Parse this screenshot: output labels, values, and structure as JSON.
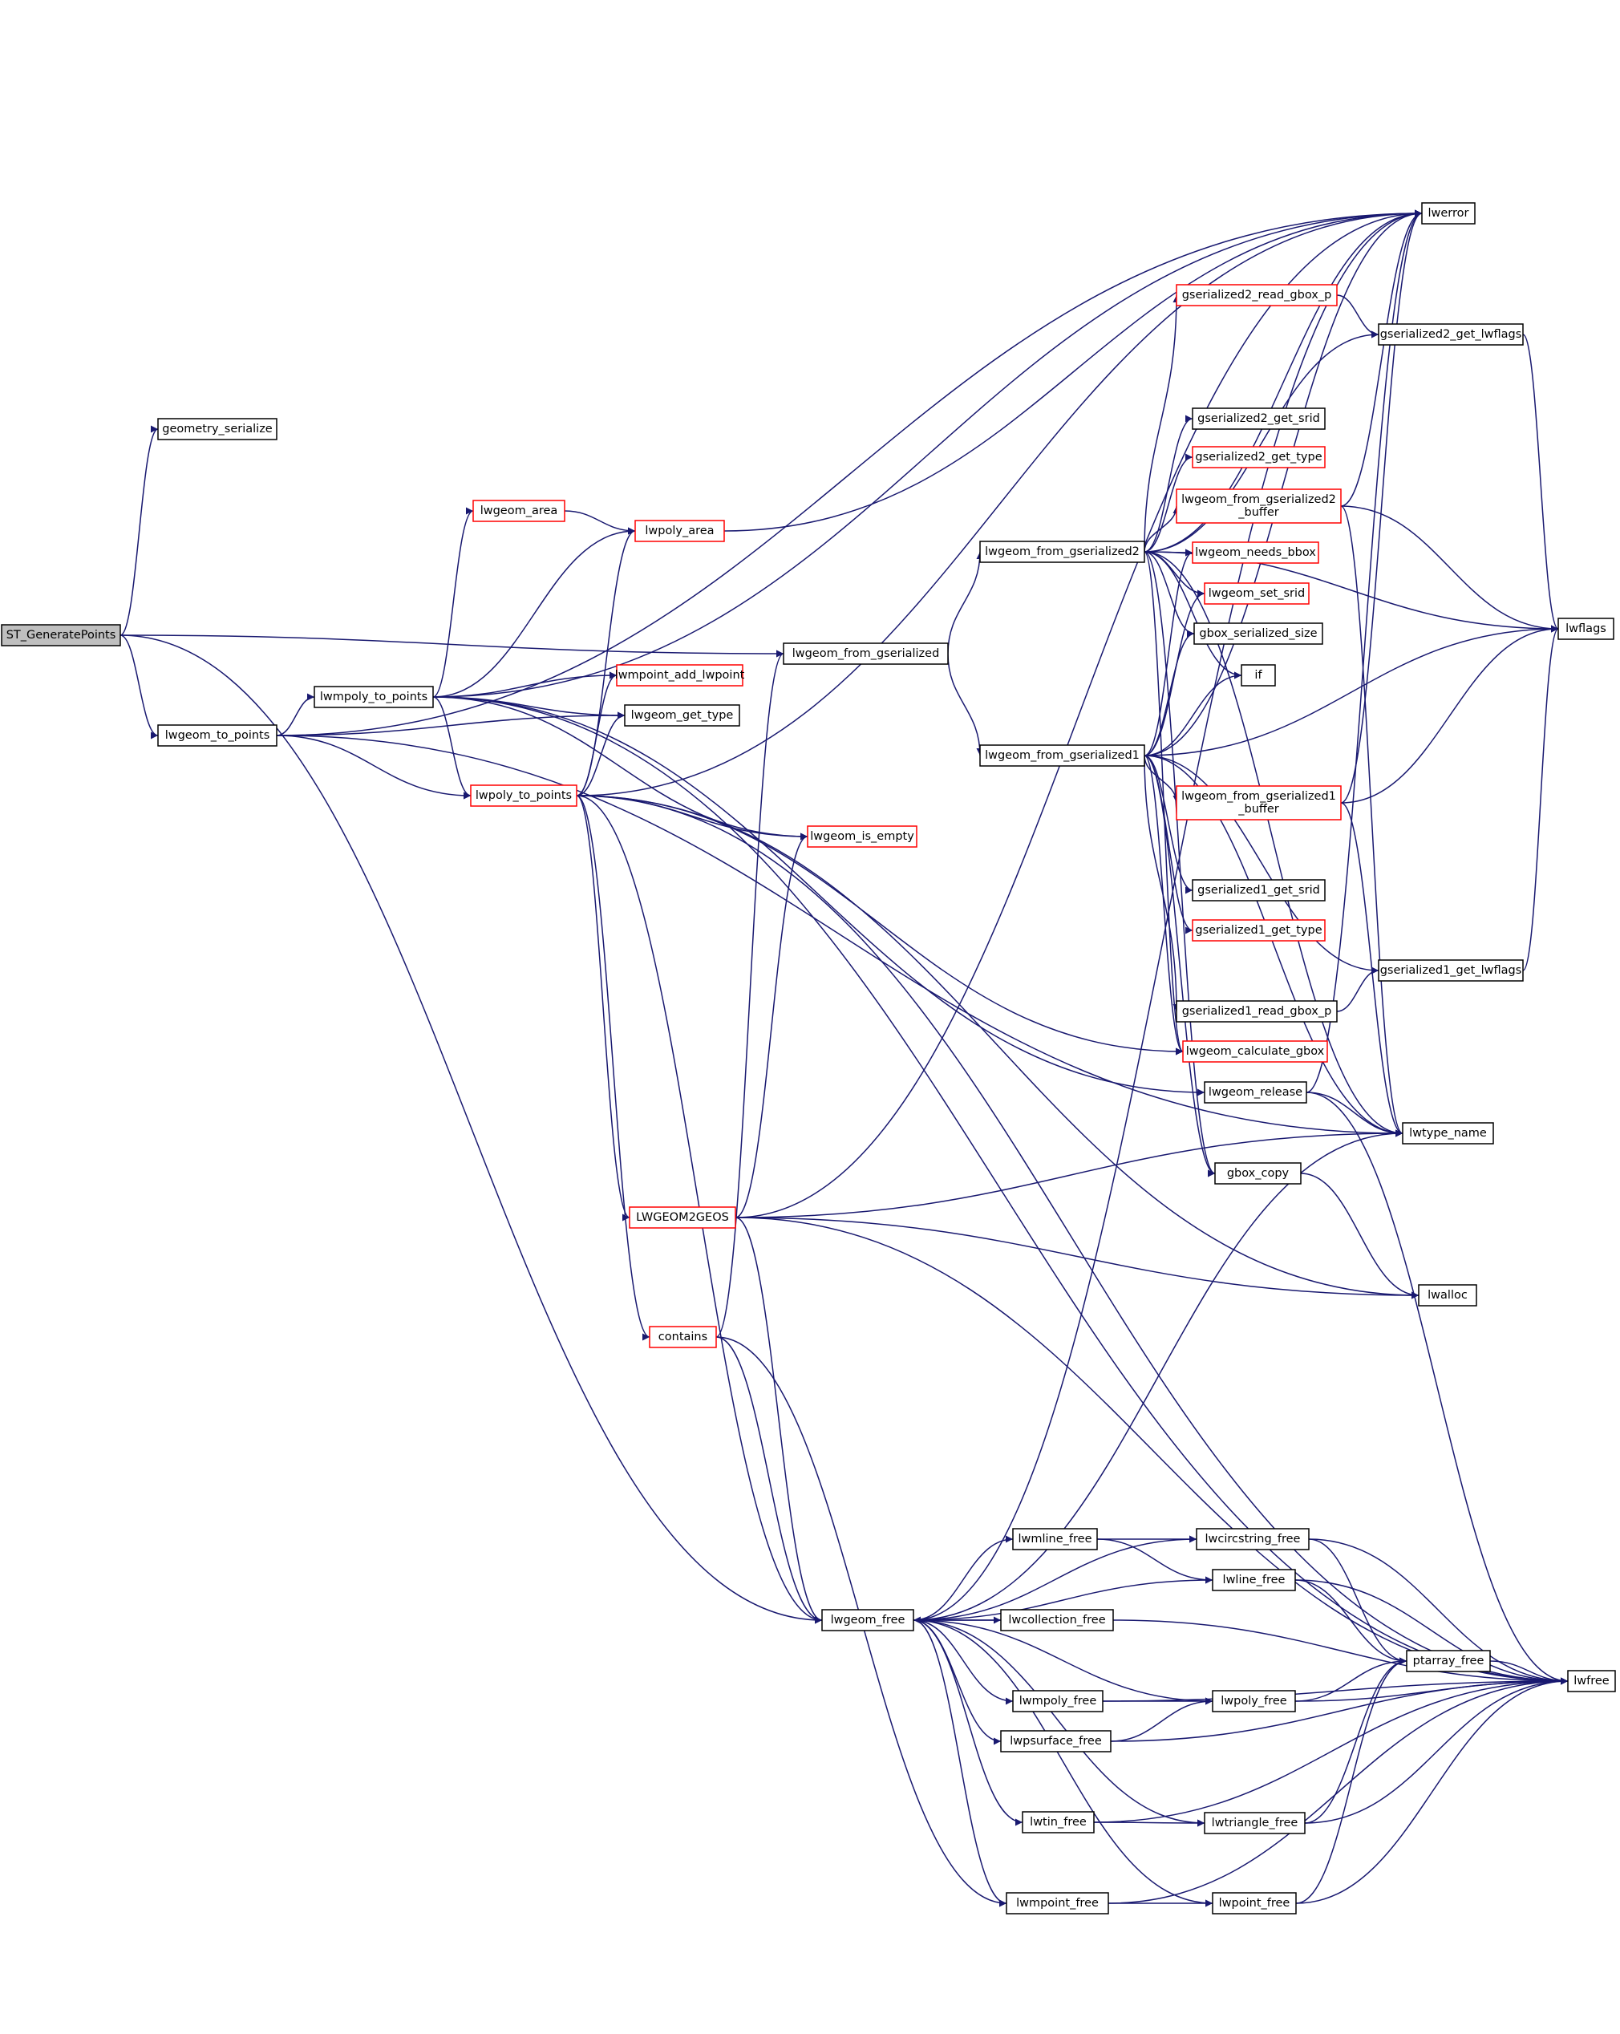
{
  "nodes": [
    {
      "id": "ST_GeneratePoints",
      "label": "ST_GeneratePoints",
      "style": "root"
    },
    {
      "id": "geometry_serialize",
      "label": "geometry_serialize",
      "style": "normal"
    },
    {
      "id": "lwgeom_to_points",
      "label": "lwgeom_to_points",
      "style": "normal"
    },
    {
      "id": "lwmpoly_to_points",
      "label": "lwmpoly_to_points",
      "style": "normal"
    },
    {
      "id": "lwgeom_area",
      "label": "lwgeom_area",
      "style": "red"
    },
    {
      "id": "lwpoly_area",
      "label": "lwpoly_area",
      "style": "red"
    },
    {
      "id": "lwmpoint_add_lwpoint",
      "label": "lwmpoint_add_lwpoint",
      "style": "red"
    },
    {
      "id": "lwgeom_get_type",
      "label": "lwgeom_get_type",
      "style": "normal"
    },
    {
      "id": "lwpoly_to_points",
      "label": "lwpoly_to_points",
      "style": "red"
    },
    {
      "id": "lwgeom_is_empty",
      "label": "lwgeom_is_empty",
      "style": "red"
    },
    {
      "id": "LWGEOM2GEOS",
      "label": "LWGEOM2GEOS",
      "style": "red"
    },
    {
      "id": "contains",
      "label": "contains",
      "style": "red"
    },
    {
      "id": "lwgeom_from_gserialized",
      "label": "lwgeom_from_gserialized",
      "style": "normal"
    },
    {
      "id": "lwgeom_from_gserialized2",
      "label": "lwgeom_from_gserialized2",
      "style": "normal"
    },
    {
      "id": "lwgeom_from_gserialized1",
      "label": "lwgeom_from_gserialized1",
      "style": "normal"
    },
    {
      "id": "gserialized2_read_gbox_p",
      "label": "gserialized2_read_gbox_p",
      "style": "red"
    },
    {
      "id": "gserialized2_get_srid",
      "label": "gserialized2_get_srid",
      "style": "normal"
    },
    {
      "id": "gserialized2_get_type",
      "label": "gserialized2_get_type",
      "style": "red"
    },
    {
      "id": "lwgeom_from_gserialized2_buffer",
      "lines": [
        "lwgeom_from_gserialized2",
        "_buffer"
      ],
      "style": "red"
    },
    {
      "id": "lwgeom_needs_bbox",
      "label": "lwgeom_needs_bbox",
      "style": "red"
    },
    {
      "id": "lwgeom_set_srid",
      "label": "lwgeom_set_srid",
      "style": "red"
    },
    {
      "id": "gbox_serialized_size",
      "label": "gbox_serialized_size",
      "style": "normal"
    },
    {
      "id": "if",
      "label": "if",
      "style": "normal"
    },
    {
      "id": "lwgeom_from_gserialized1_buffer",
      "lines": [
        "lwgeom_from_gserialized1",
        "_buffer"
      ],
      "style": "red"
    },
    {
      "id": "gserialized1_get_srid",
      "label": "gserialized1_get_srid",
      "style": "normal"
    },
    {
      "id": "gserialized1_get_type",
      "label": "gserialized1_get_type",
      "style": "red"
    },
    {
      "id": "gserialized1_read_gbox_p",
      "label": "gserialized1_read_gbox_p",
      "style": "normal"
    },
    {
      "id": "lwgeom_calculate_gbox",
      "label": "lwgeom_calculate_gbox",
      "style": "red"
    },
    {
      "id": "lwgeom_release",
      "label": "lwgeom_release",
      "style": "normal"
    },
    {
      "id": "gbox_copy",
      "label": "gbox_copy",
      "style": "normal"
    },
    {
      "id": "lwerror",
      "label": "lwerror",
      "style": "normal"
    },
    {
      "id": "gserialized2_get_lwflags",
      "label": "gserialized2_get_lwflags",
      "style": "normal"
    },
    {
      "id": "lwflags",
      "label": "lwflags",
      "style": "normal"
    },
    {
      "id": "gserialized1_get_lwflags",
      "label": "gserialized1_get_lwflags",
      "style": "normal"
    },
    {
      "id": "lwtype_name",
      "label": "lwtype_name",
      "style": "normal"
    },
    {
      "id": "lwalloc",
      "label": "lwalloc",
      "style": "normal"
    },
    {
      "id": "lwgeom_free",
      "label": "lwgeom_free",
      "style": "normal"
    },
    {
      "id": "lwmline_free",
      "label": "lwmline_free",
      "style": "normal"
    },
    {
      "id": "lwcircstring_free",
      "label": "lwcircstring_free",
      "style": "normal"
    },
    {
      "id": "lwline_free",
      "label": "lwline_free",
      "style": "normal"
    },
    {
      "id": "lwcollection_free",
      "label": "lwcollection_free",
      "style": "normal"
    },
    {
      "id": "ptarray_free",
      "label": "ptarray_free",
      "style": "normal"
    },
    {
      "id": "lwfree",
      "label": "lwfree",
      "style": "normal"
    },
    {
      "id": "lwmpoly_free",
      "label": "lwmpoly_free",
      "style": "normal"
    },
    {
      "id": "lwpoly_free",
      "label": "lwpoly_free",
      "style": "normal"
    },
    {
      "id": "lwpsurface_free",
      "label": "lwpsurface_free",
      "style": "normal"
    },
    {
      "id": "lwtin_free",
      "label": "lwtin_free",
      "style": "normal"
    },
    {
      "id": "lwtriangle_free",
      "label": "lwtriangle_free",
      "style": "normal"
    },
    {
      "id": "lwmpoint_free",
      "label": "lwmpoint_free",
      "style": "normal"
    },
    {
      "id": "lwpoint_free",
      "label": "lwpoint_free",
      "style": "normal"
    }
  ],
  "edges": [
    [
      "ST_GeneratePoints",
      "geometry_serialize"
    ],
    [
      "ST_GeneratePoints",
      "lwgeom_from_gserialized"
    ],
    [
      "ST_GeneratePoints",
      "lwgeom_to_points"
    ],
    [
      "ST_GeneratePoints",
      "lwgeom_free"
    ],
    [
      "lwgeom_to_points",
      "lwerror"
    ],
    [
      "lwgeom_to_points",
      "lwgeom_get_type"
    ],
    [
      "lwgeom_to_points",
      "lwmpoly_to_points"
    ],
    [
      "lwgeom_to_points",
      "lwpoly_to_points"
    ],
    [
      "lwgeom_to_points",
      "lwtype_name"
    ],
    [
      "lwmpoly_to_points",
      "lwgeom_area"
    ],
    [
      "lwmpoly_to_points",
      "lwpoly_area"
    ],
    [
      "lwmpoly_to_points",
      "lwerror"
    ],
    [
      "lwmpoly_to_points",
      "lwgeom_is_empty"
    ],
    [
      "lwmpoly_to_points",
      "lwmpoint_add_lwpoint"
    ],
    [
      "lwmpoly_to_points",
      "lwgeom_get_type"
    ],
    [
      "lwmpoly_to_points",
      "lwpoly_to_points"
    ],
    [
      "lwmpoly_to_points",
      "lwgeom_release"
    ],
    [
      "lwmpoly_to_points",
      "lwfree"
    ],
    [
      "lwgeom_area",
      "lwpoly_area"
    ],
    [
      "lwpoly_area",
      "lwerror"
    ],
    [
      "lwpoly_to_points",
      "lwpoly_area"
    ],
    [
      "lwpoly_to_points",
      "lwmpoint_add_lwpoint"
    ],
    [
      "lwpoly_to_points",
      "lwgeom_get_type"
    ],
    [
      "lwpoly_to_points",
      "lwerror"
    ],
    [
      "lwpoly_to_points",
      "lwgeom_is_empty"
    ],
    [
      "lwpoly_to_points",
      "lwgeom_calculate_gbox"
    ],
    [
      "lwpoly_to_points",
      "LWGEOM2GEOS"
    ],
    [
      "lwpoly_to_points",
      "lwalloc"
    ],
    [
      "lwpoly_to_points",
      "contains"
    ],
    [
      "lwpoly_to_points",
      "lwgeom_free"
    ],
    [
      "lwpoly_to_points",
      "lwfree"
    ],
    [
      "LWGEOM2GEOS",
      "lwgeom_is_empty"
    ],
    [
      "LWGEOM2GEOS",
      "lwerror"
    ],
    [
      "LWGEOM2GEOS",
      "lwtype_name"
    ],
    [
      "LWGEOM2GEOS",
      "lwalloc"
    ],
    [
      "LWGEOM2GEOS",
      "lwgeom_free"
    ],
    [
      "LWGEOM2GEOS",
      "lwfree"
    ],
    [
      "contains",
      "lwgeom_from_gserialized"
    ],
    [
      "contains",
      "lwgeom_free"
    ],
    [
      "contains",
      "lwmpoint_free"
    ],
    [
      "lwgeom_from_gserialized",
      "lwgeom_from_gserialized2"
    ],
    [
      "lwgeom_from_gserialized",
      "lwgeom_from_gserialized1"
    ],
    [
      "lwgeom_from_gserialized2",
      "lwerror"
    ],
    [
      "lwgeom_from_gserialized2",
      "gserialized2_read_gbox_p"
    ],
    [
      "lwgeom_from_gserialized2",
      "gserialized2_get_lwflags"
    ],
    [
      "lwgeom_from_gserialized2",
      "lwflags"
    ],
    [
      "lwgeom_from_gserialized2",
      "gserialized2_get_srid"
    ],
    [
      "lwgeom_from_gserialized2",
      "gserialized2_get_type"
    ],
    [
      "lwgeom_from_gserialized2",
      "lwgeom_from_gserialized2_buffer"
    ],
    [
      "lwgeom_from_gserialized2",
      "lwgeom_needs_bbox"
    ],
    [
      "lwgeom_from_gserialized2",
      "lwgeom_set_srid"
    ],
    [
      "lwgeom_from_gserialized2",
      "gbox_serialized_size"
    ],
    [
      "lwgeom_from_gserialized2",
      "if"
    ],
    [
      "lwgeom_from_gserialized2",
      "lwgeom_calculate_gbox"
    ],
    [
      "lwgeom_from_gserialized2",
      "gbox_copy"
    ],
    [
      "lwgeom_from_gserialized2",
      "lwtype_name"
    ],
    [
      "lwgeom_from_gserialized1",
      "lwerror"
    ],
    [
      "lwgeom_from_gserialized1",
      "lwflags"
    ],
    [
      "lwgeom_from_gserialized1",
      "lwgeom_needs_bbox"
    ],
    [
      "lwgeom_from_gserialized1",
      "lwgeom_set_srid"
    ],
    [
      "lwgeom_from_gserialized1",
      "gbox_serialized_size"
    ],
    [
      "lwgeom_from_gserialized1",
      "if"
    ],
    [
      "lwgeom_from_gserialized1",
      "lwgeom_from_gserialized1_buffer"
    ],
    [
      "lwgeom_from_gserialized1",
      "gserialized1_get_srid"
    ],
    [
      "lwgeom_from_gserialized1",
      "gserialized1_get_type"
    ],
    [
      "lwgeom_from_gserialized1",
      "gserialized1_get_lwflags"
    ],
    [
      "lwgeom_from_gserialized1",
      "gserialized1_read_gbox_p"
    ],
    [
      "lwgeom_from_gserialized1",
      "lwgeom_calculate_gbox"
    ],
    [
      "lwgeom_from_gserialized1",
      "gbox_copy"
    ],
    [
      "lwgeom_from_gserialized1",
      "lwtype_name"
    ],
    [
      "gserialized2_read_gbox_p",
      "gserialized2_get_lwflags"
    ],
    [
      "gserialized2_get_lwflags",
      "lwflags"
    ],
    [
      "lwgeom_from_gserialized2_buffer",
      "lwerror"
    ],
    [
      "lwgeom_from_gserialized2_buffer",
      "lwflags"
    ],
    [
      "lwgeom_from_gserialized2_buffer",
      "lwtype_name"
    ],
    [
      "lwgeom_from_gserialized1_buffer",
      "lwerror"
    ],
    [
      "lwgeom_from_gserialized1_buffer",
      "lwflags"
    ],
    [
      "lwgeom_from_gserialized1_buffer",
      "lwtype_name"
    ],
    [
      "gserialized1_read_gbox_p",
      "gserialized1_get_lwflags"
    ],
    [
      "gserialized1_get_lwflags",
      "lwflags"
    ],
    [
      "lwgeom_release",
      "lwerror"
    ],
    [
      "lwgeom_release",
      "lwtype_name"
    ],
    [
      "lwgeom_release",
      "lwfree"
    ],
    [
      "gbox_copy",
      "lwalloc"
    ],
    [
      "lwgeom_free",
      "lwerror"
    ],
    [
      "lwgeom_free",
      "lwtype_name"
    ],
    [
      "lwgeom_free",
      "lwmline_free"
    ],
    [
      "lwgeom_free",
      "lwcircstring_free"
    ],
    [
      "lwgeom_free",
      "lwline_free"
    ],
    [
      "lwgeom_free",
      "lwcollection_free"
    ],
    [
      "lwgeom_free",
      "lwmpoly_free"
    ],
    [
      "lwgeom_free",
      "lwpoly_free"
    ],
    [
      "lwgeom_free",
      "lwpsurface_free"
    ],
    [
      "lwgeom_free",
      "lwtin_free"
    ],
    [
      "lwgeom_free",
      "lwtriangle_free"
    ],
    [
      "lwgeom_free",
      "lwmpoint_free"
    ],
    [
      "lwgeom_free",
      "lwpoint_free"
    ],
    [
      "lwmline_free",
      "lwline_free"
    ],
    [
      "lwmline_free",
      "lwcircstring_free"
    ],
    [
      "lwcollection_free",
      "lwgeom_free"
    ],
    [
      "lwcollection_free",
      "lwfree"
    ],
    [
      "lwcircstring_free",
      "ptarray_free"
    ],
    [
      "lwcircstring_free",
      "lwfree"
    ],
    [
      "lwline_free",
      "ptarray_free"
    ],
    [
      "lwline_free",
      "lwfree"
    ],
    [
      "lwmpoly_free",
      "lwpoly_free"
    ],
    [
      "lwmpoly_free",
      "lwfree"
    ],
    [
      "lwpsurface_free",
      "lwpoly_free"
    ],
    [
      "lwpsurface_free",
      "lwfree"
    ],
    [
      "lwpoly_free",
      "ptarray_free"
    ],
    [
      "lwpoly_free",
      "lwfree"
    ],
    [
      "lwtin_free",
      "lwtriangle_free"
    ],
    [
      "lwtin_free",
      "lwfree"
    ],
    [
      "lwtriangle_free",
      "ptarray_free"
    ],
    [
      "lwtriangle_free",
      "lwfree"
    ],
    [
      "lwmpoint_free",
      "lwpoint_free"
    ],
    [
      "lwmpoint_free",
      "lwfree"
    ],
    [
      "lwpoint_free",
      "ptarray_free"
    ],
    [
      "lwpoint_free",
      "lwfree"
    ],
    [
      "ptarray_free",
      "lwfree"
    ]
  ],
  "colors": {
    "edge": "#191970",
    "normal_border": "#000000",
    "red_border": "#ff0000",
    "root_fill": "#bfbfbf",
    "node_fill": "#ffffff",
    "text": "#000000"
  }
}
